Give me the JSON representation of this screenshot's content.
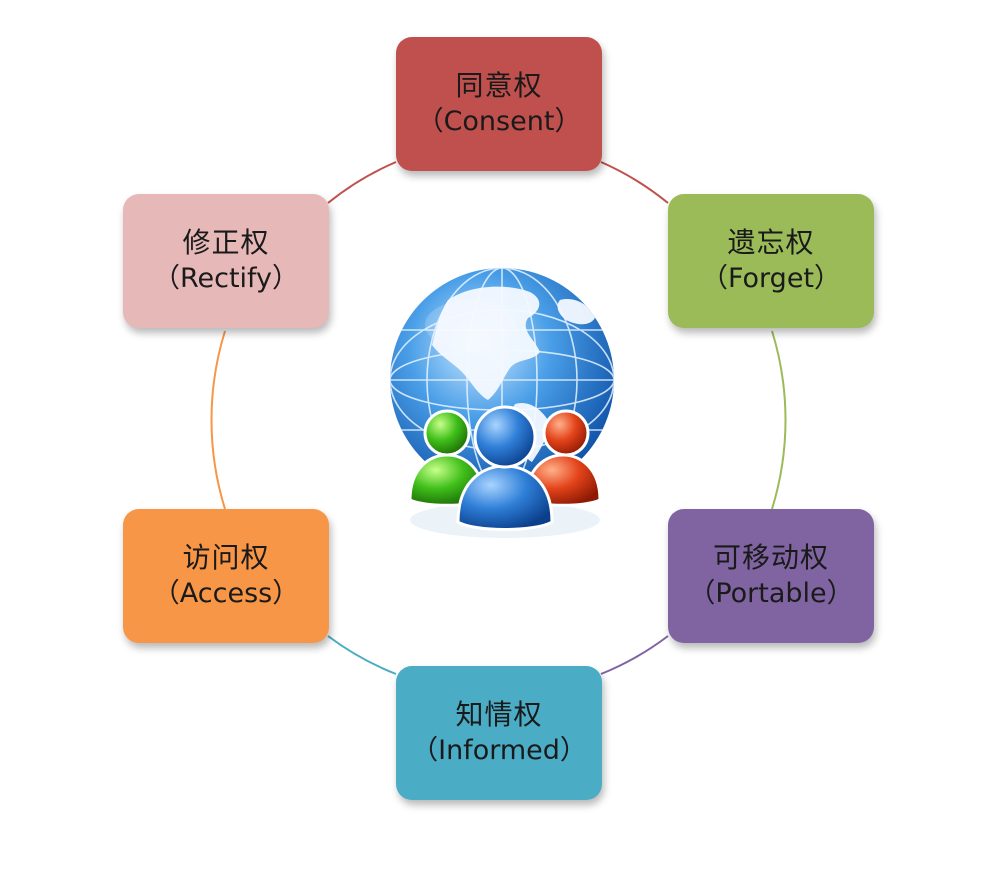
{
  "diagram": {
    "type": "cycle",
    "center_graphic": "globe-with-people-icon",
    "nodes": [
      {
        "id": "consent",
        "zh": "同意权",
        "en": "Consent",
        "color": "#c0504d"
      },
      {
        "id": "forget",
        "zh": "遗忘权",
        "en": "Forget",
        "color": "#9bbb59"
      },
      {
        "id": "portable",
        "zh": "可移动权",
        "en": "Portable",
        "color": "#8064a2"
      },
      {
        "id": "informed",
        "zh": "知情权",
        "en": "Informed",
        "color": "#4bacc6"
      },
      {
        "id": "access",
        "zh": "访问权",
        "en": "Access",
        "color": "#f79646"
      },
      {
        "id": "rectify",
        "zh": "修正权",
        "en": "Rectify",
        "color": "#e6b9b8"
      }
    ],
    "bracket_open": "（",
    "bracket_close": "）"
  }
}
